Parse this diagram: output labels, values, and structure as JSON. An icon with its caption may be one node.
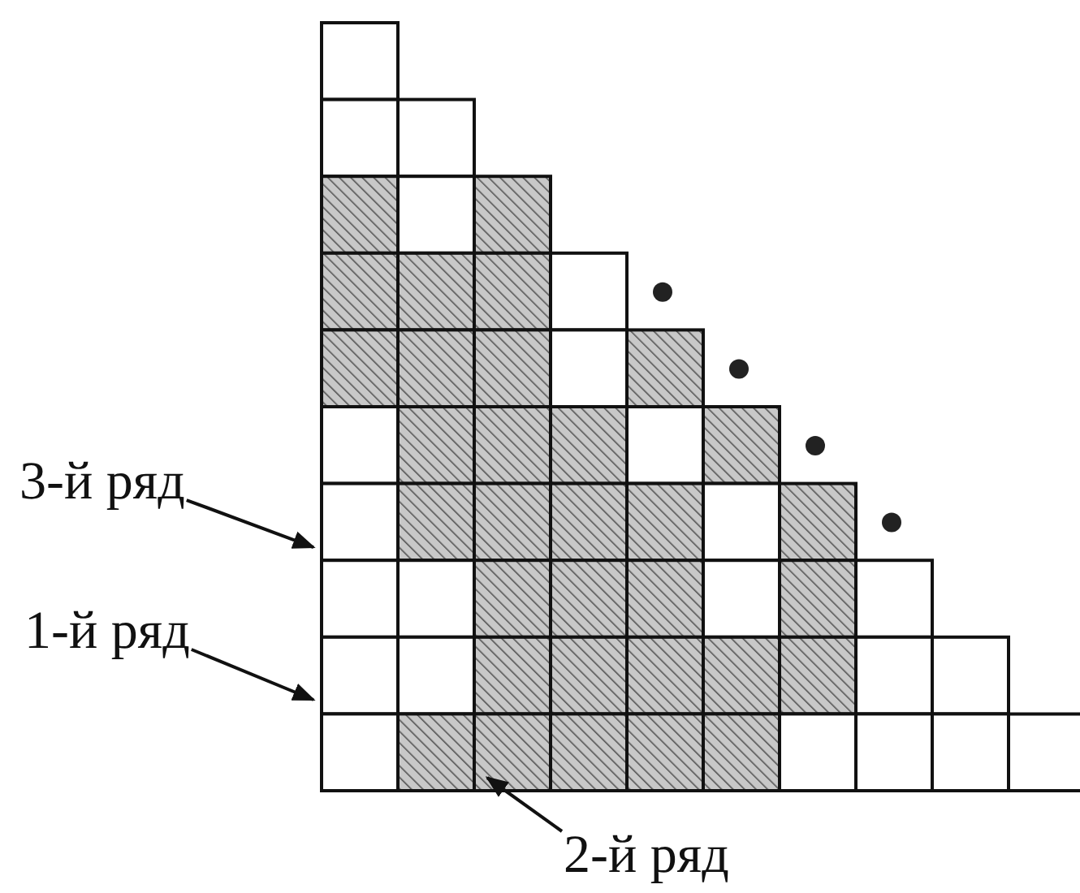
{
  "diagram": {
    "nodes": [
      {
        "text": [
          "3-й ряд"
        ]
      },
      {
        "text": [
          "1-й ряд"
        ]
      },
      {
        "text": [
          "2-й ряд"
        ]
      }
    ],
    "edges": [
      {
        "from": 0,
        "to": null,
        "arrow": "to"
      },
      {
        "from": 1,
        "to": null,
        "arrow": "to"
      },
      {
        "from": 2,
        "to": null,
        "arrow": "to"
      }
    ]
  }
}
